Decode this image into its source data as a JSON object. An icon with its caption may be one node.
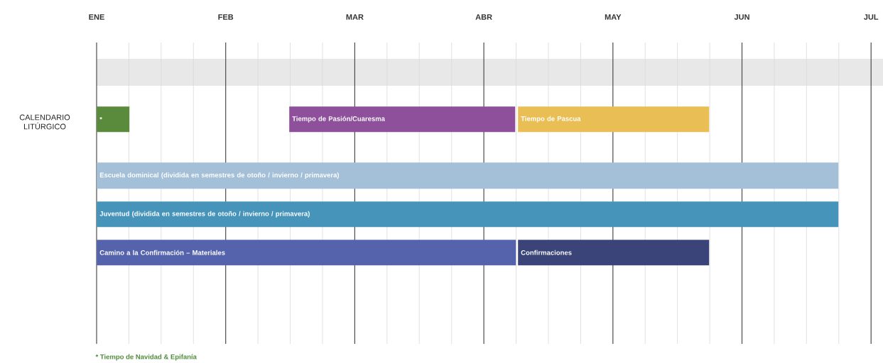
{
  "diagram": {
    "nodes": [
      {
        "text": [
          "*"
        ]
      },
      {
        "text": [
          "Tiempo de Pasión/Cuaresma"
        ]
      },
      {
        "text": [
          "Tiempo de Pascua"
        ]
      },
      {
        "text": [
          "Escuela dominical (dividida en semestres de otoño / invierno / primavera)"
        ]
      },
      {
        "text": [
          "Juventud (dividida en semestres de otoño / invierno / primavera)"
        ]
      },
      {
        "text": [
          "Camino a la Confirmación – Materiales"
        ]
      },
      {
        "text": [
          "Confirmaciones"
        ]
      }
    ],
    "labels": [
      "ENE",
      "FEB",
      "MAR",
      "ABR",
      "MAY",
      "JUN",
      "JUL",
      "CALENDARIO LITÚRGICO",
      "* Tiempo de Navidad & Epifanía"
    ]
  }
}
